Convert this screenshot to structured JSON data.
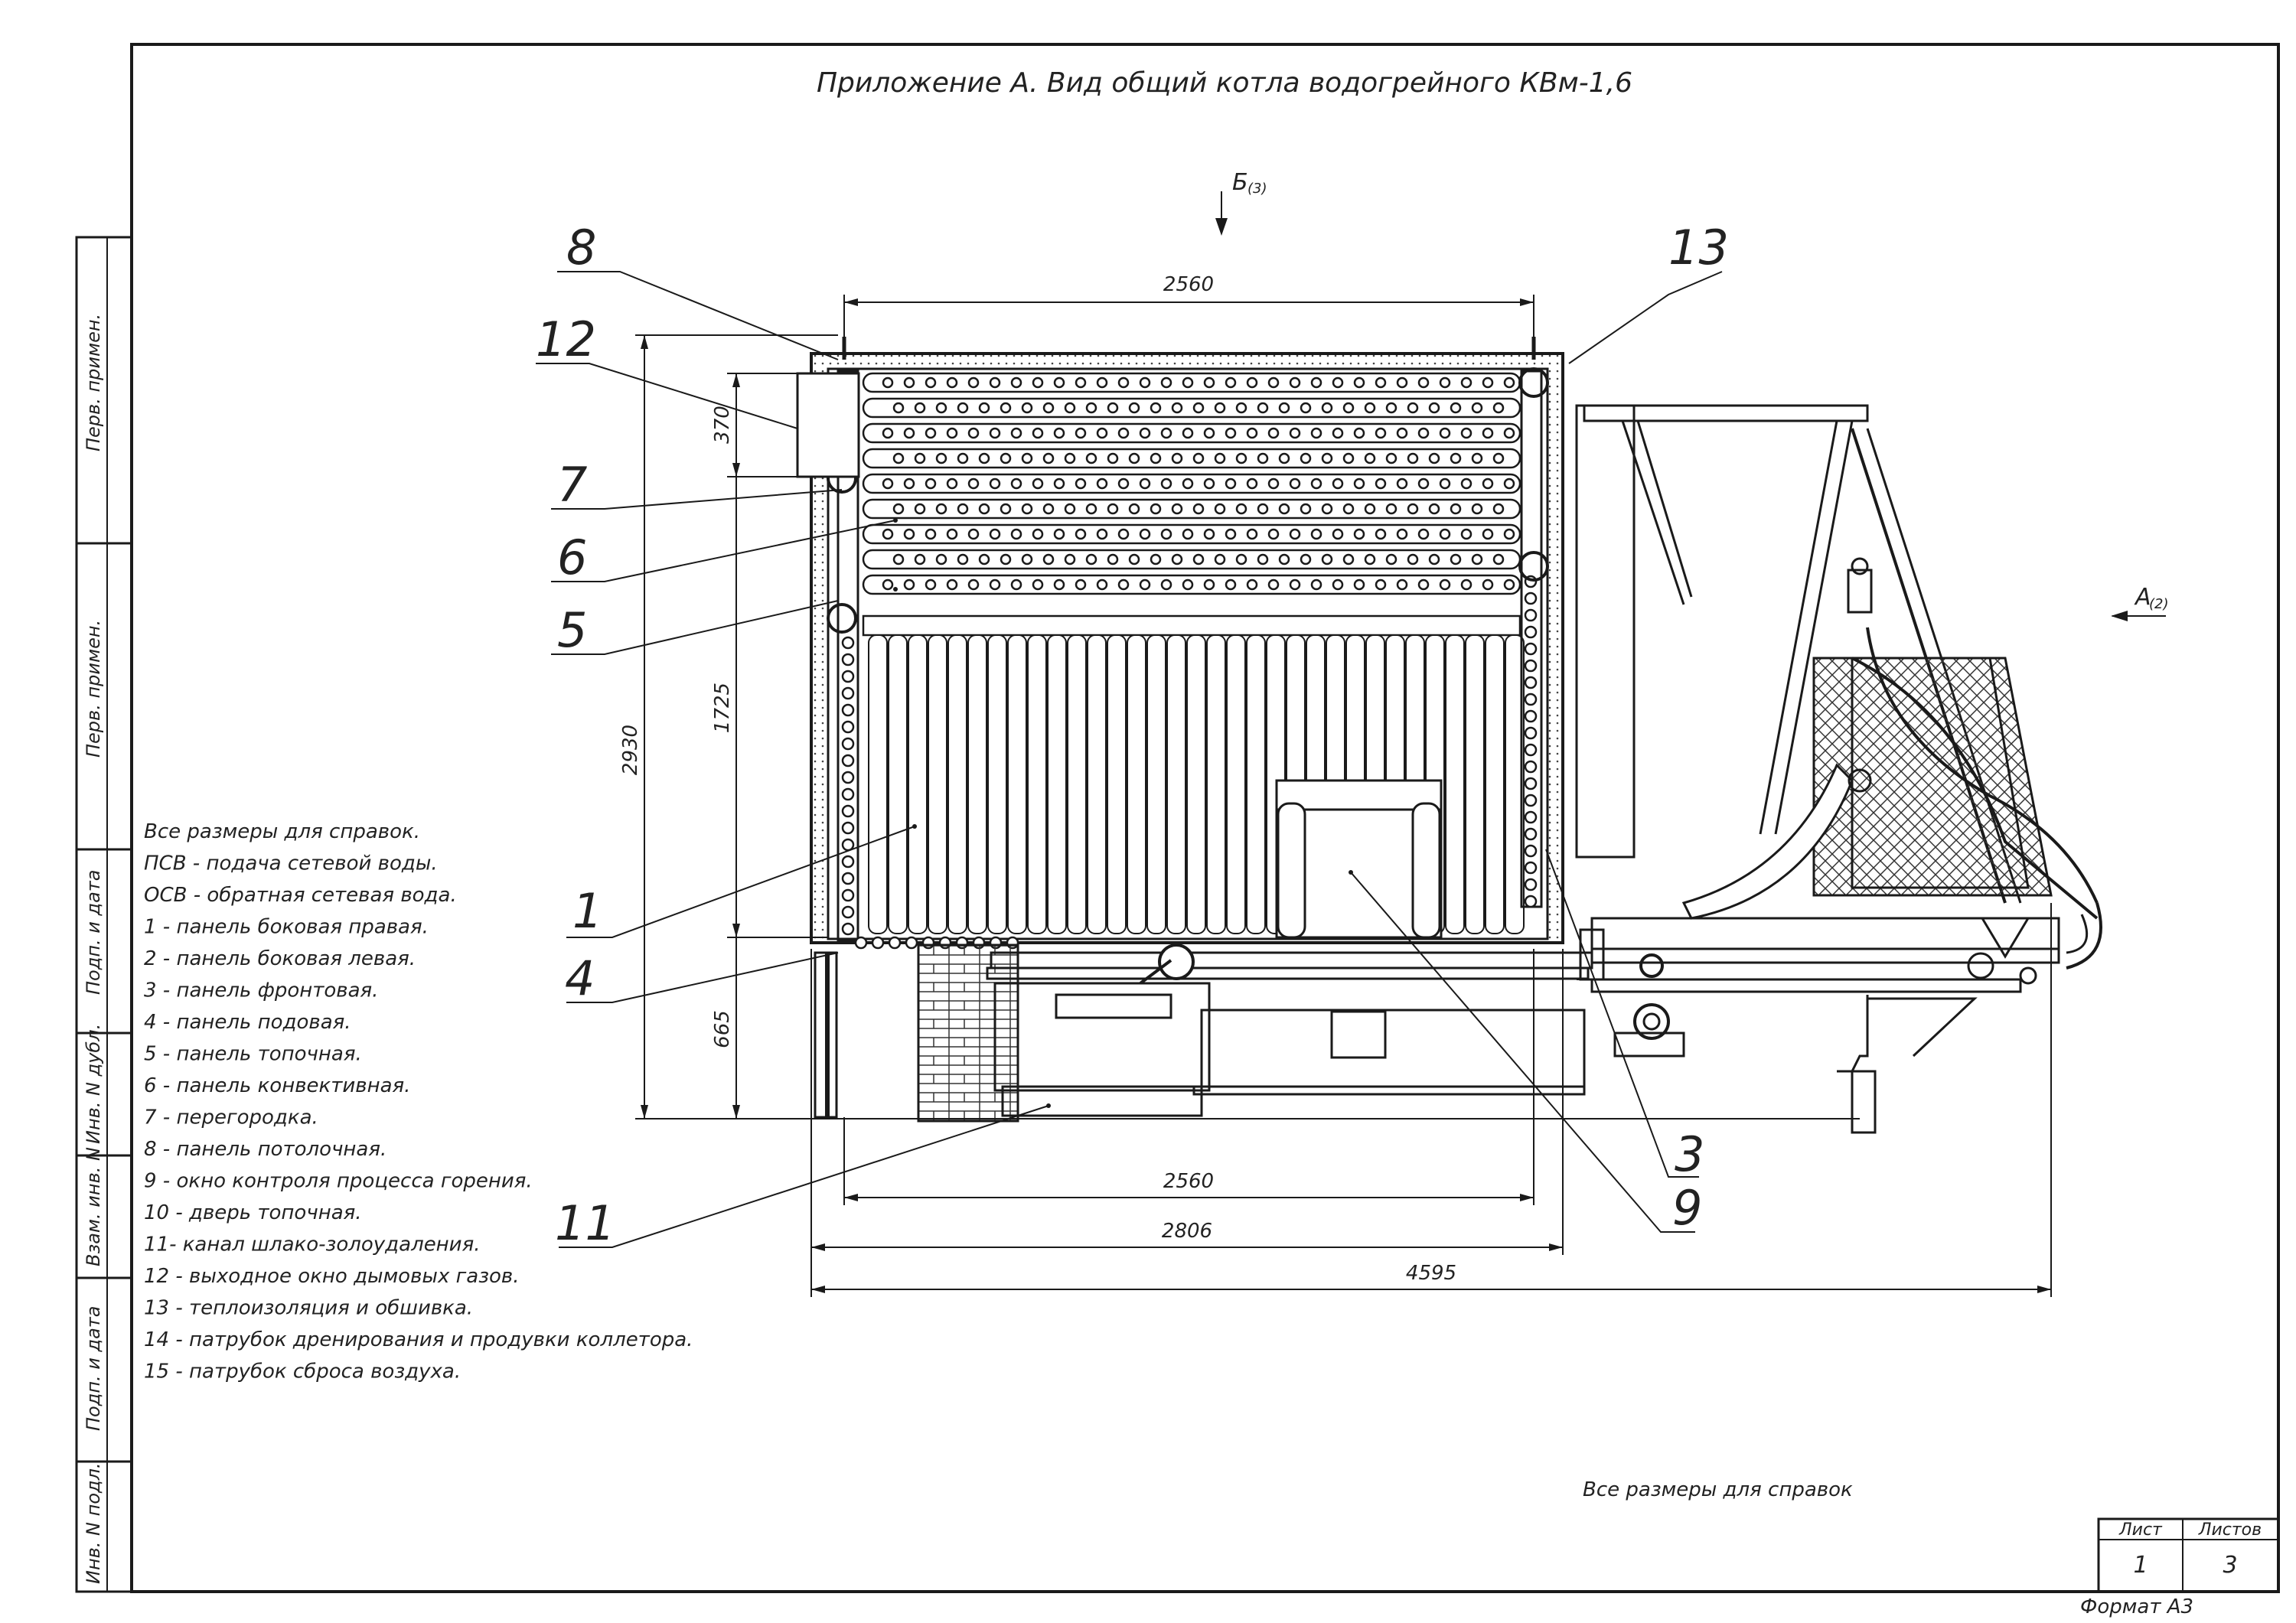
{
  "sheet": {
    "title": "Приложение А. Вид общий котла водогрейного КВм-1,6",
    "note_bottom": "Все размеры для справок",
    "format": "Формат А3",
    "sheet_label": "Лист",
    "sheets_label": "Листов",
    "sheet_value": "1",
    "sheets_value": "3"
  },
  "side_stamp": [
    "Перв. примен.",
    "Перв. примен.",
    "Подп. и дата",
    "Инв. N дубл.",
    "Взам. инв. N",
    "Подп. и дата",
    "Инв. N подл."
  ],
  "views": {
    "b_letter": "Б",
    "b_sub": "(3)",
    "a_letter": "А",
    "a_sub": "(2)"
  },
  "dimensions": {
    "top_width": "2560",
    "bottom_width": "2560",
    "width_2806": "2806",
    "overall": "4595",
    "height_total": "2930",
    "height_1725": "1725",
    "height_370": "370",
    "height_665": "665"
  },
  "callouts": [
    "8",
    "12",
    "7",
    "6",
    "5",
    "1",
    "4",
    "11",
    "13",
    "3",
    "9"
  ],
  "legend": [
    "Все размеры для справок.",
    "ПСВ - подача сетевой воды.",
    "ОСВ - обратная сетевая вода.",
    "1 - панель боковая правая.",
    "2 - панель боковая левая.",
    "3 - панель фронтовая.",
    "4 - панель подовая.",
    "5 - панель топочная.",
    "6 - панель конвективная.",
    "7 - перегородка.",
    "8 - панель потолочная.",
    "9 -  окно контроля процесса горения.",
    "10 - дверь топочная.",
    "11- канал шлако-золоудаления.",
    "12 - выходное окно дымовых газов.",
    "13 - теплоизоляция и обшивка.",
    "14 - патрубок дренирования и продувки коллетора.",
    "15 - патрубок сброса воздуха."
  ]
}
